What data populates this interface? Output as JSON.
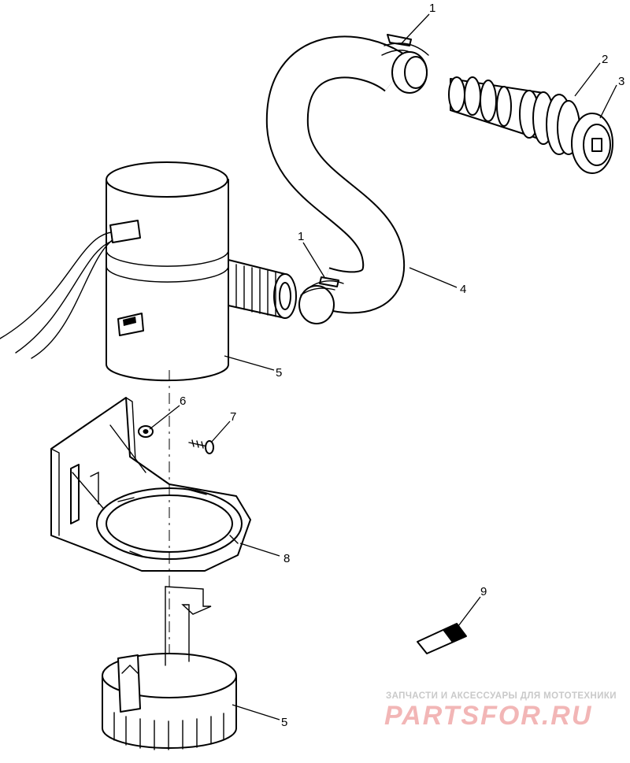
{
  "callouts": [
    {
      "id": "c1a",
      "label": "1"
    },
    {
      "id": "c2",
      "label": "2"
    },
    {
      "id": "c3",
      "label": "3"
    },
    {
      "id": "c1b",
      "label": "1"
    },
    {
      "id": "c4",
      "label": "4"
    },
    {
      "id": "c5a",
      "label": "5"
    },
    {
      "id": "c6",
      "label": "6"
    },
    {
      "id": "c7",
      "label": "7"
    },
    {
      "id": "c8",
      "label": "8"
    },
    {
      "id": "c9",
      "label": "9"
    },
    {
      "id": "c5b",
      "label": "5"
    }
  ],
  "watermark": {
    "tagline": "ЗАПЧАСТИ И АКСЕССУАРЫ ДЛЯ МОТОТЕХНИКИ",
    "brand": "PARTSFOR.RU",
    "brand_color": "#e05a5a"
  }
}
